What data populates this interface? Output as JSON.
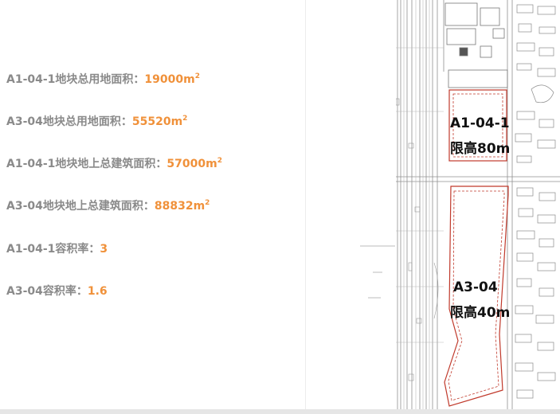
{
  "stats": [
    {
      "label": "A1-04-1地块总用地面积：",
      "value": "19000m",
      "sup": "2"
    },
    {
      "label": "A3-04地块总用地面积：",
      "value": "55520m",
      "sup": "2"
    },
    {
      "label": "A1-04-1地块地上总建筑面积：",
      "value": "57000m",
      "sup": "2"
    },
    {
      "label": "A3-04地块地上总建筑面积：",
      "value": "88832m",
      "sup": "2"
    },
    {
      "label": "A1-04-1容积率：",
      "value": "3",
      "sup": ""
    },
    {
      "label": "A3-04容积率：",
      "value": "1.6",
      "sup": ""
    }
  ],
  "map": {
    "parcel_a1": {
      "code": "A1-04-1",
      "height_limit": "限高80m"
    },
    "parcel_a3": {
      "code": "A3-04",
      "height_limit": "限高40m"
    }
  },
  "colors": {
    "label_gray": "#8a8a8a",
    "value_orange": "#f0913a",
    "boundary_red": "#c0392b"
  }
}
